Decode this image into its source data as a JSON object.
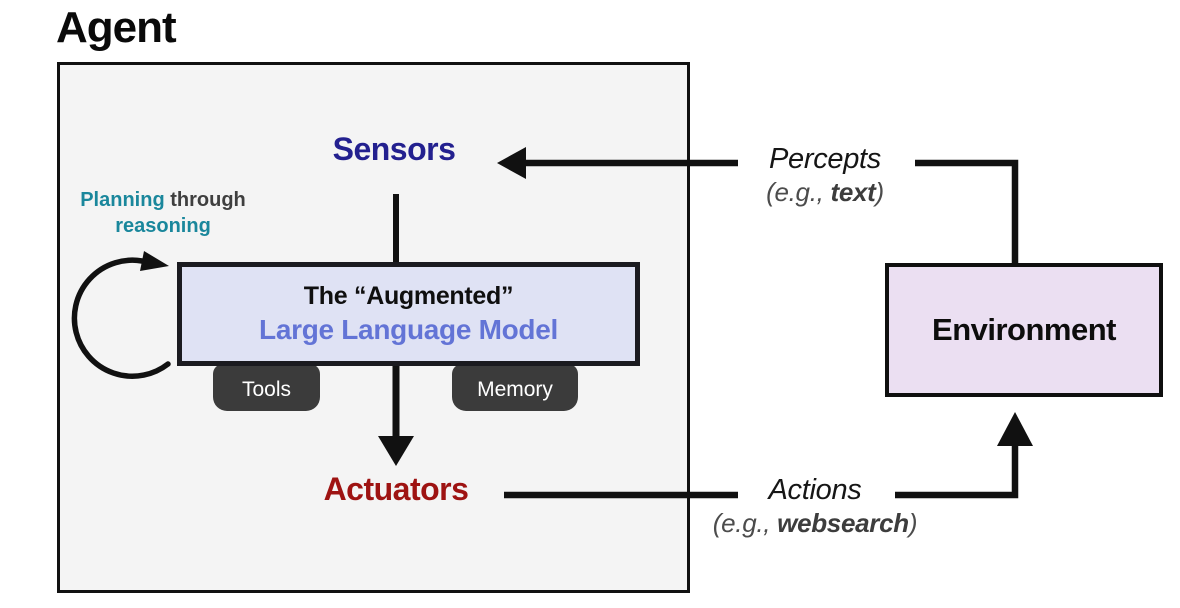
{
  "title": "Agent",
  "colors": {
    "sensors": "#23208f",
    "actuators": "#9e1312",
    "planning_teal": "#1a879c",
    "planning_dark": "#3f3f3f",
    "llm_text": "#6374d6",
    "llm_fill": "#dfe2f4",
    "env_fill": "#ebdff2",
    "agent_fill": "#f4f4f4",
    "tab_fill": "#3b3b3b",
    "stroke": "#111111"
  },
  "agent": {
    "sensors_label": "Sensors",
    "actuators_label": "Actuators",
    "planning": {
      "word1": "Planning",
      "word2": " through",
      "line2": "reasoning"
    },
    "llm": {
      "line1": "The “Augmented”",
      "line2": "Large Language Model"
    },
    "tabs": [
      {
        "label": "Tools"
      },
      {
        "label": "Memory"
      }
    ]
  },
  "environment": {
    "label": "Environment"
  },
  "percepts": {
    "label": "Percepts",
    "eg_open": "(e.g., ",
    "eg_bold": "text",
    "eg_close": ")"
  },
  "actions": {
    "label": "Actions",
    "eg_open": "(e.g., ",
    "eg_bold": "websearch",
    "eg_close": ")"
  }
}
